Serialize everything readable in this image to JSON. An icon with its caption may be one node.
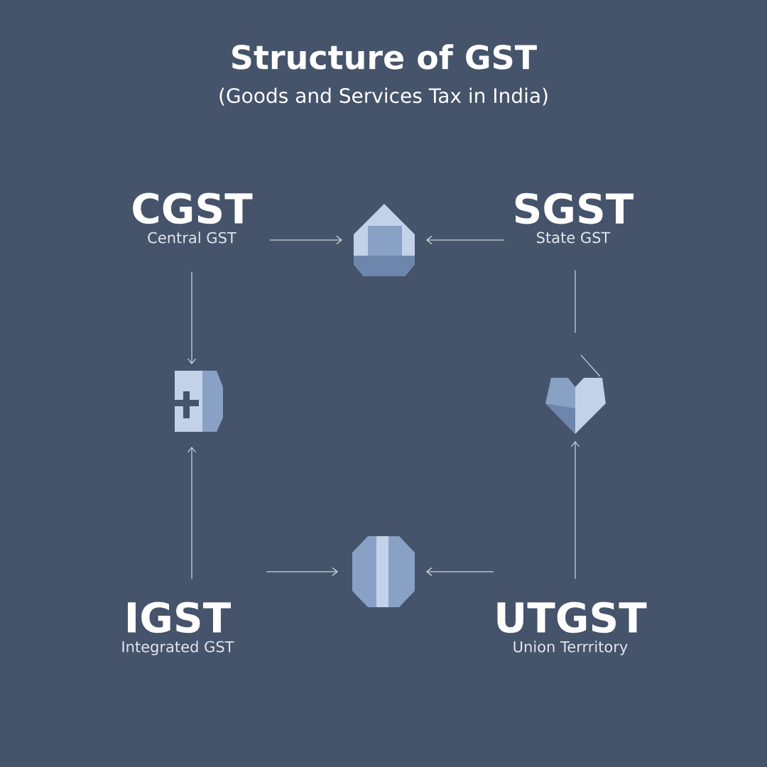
{
  "diagram": {
    "title": "Structure of GST",
    "nodes": [
      {
        "text": [
          "CGST",
          "Central GST"
        ]
      },
      {
        "text": [],
        "shape": "pentagon"
      },
      {
        "text": [
          "SGST",
          "State GST"
        ]
      },
      {
        "text": [],
        "shape": "box"
      },
      {
        "text": [],
        "shape": "heart"
      },
      {
        "text": [
          "IGST",
          "Integrated GST"
        ]
      },
      {
        "text": [],
        "shape": "octagon"
      },
      {
        "text": [
          "UTGST",
          "Union Terrritory"
        ]
      }
    ],
    "edges": [
      {
        "from": 0,
        "to": 1,
        "arrow": "to"
      },
      {
        "from": 2,
        "to": 1,
        "arrow": "to"
      },
      {
        "from": 0,
        "to": 3,
        "arrow": "to"
      },
      {
        "from": 5,
        "to": 3,
        "arrow": "to"
      },
      {
        "from": 2,
        "to": 4,
        "arrow": "none"
      },
      {
        "from": 7,
        "to": 4,
        "arrow": "to"
      },
      {
        "from": 5,
        "to": 6,
        "arrow": "to"
      },
      {
        "from": 7,
        "to": 6,
        "arrow": "to"
      }
    ],
    "labels": [
      "(Goods and Services Tax in India)"
    ]
  }
}
